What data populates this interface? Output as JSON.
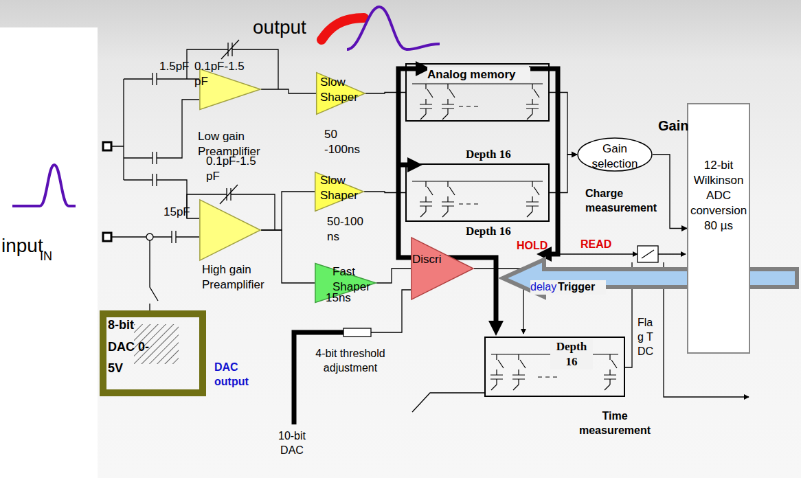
{
  "diagram": {
    "nodes": [
      {
        "text": [
          "Low gain Preamplifier"
        ]
      },
      {
        "text": [
          "Slow Shaper",
          "50 -100ns"
        ]
      },
      {
        "text": [
          "Analog memory",
          "Depth 16"
        ]
      },
      {
        "text": [
          "High gain Preamplifier"
        ]
      },
      {
        "text": [
          "Slow Shaper",
          "50-100 ns"
        ]
      },
      {
        "text": [
          "Depth 16"
        ]
      },
      {
        "text": [
          "Fast Shaper",
          "15ns"
        ]
      },
      {
        "text": [
          "Discri"
        ]
      },
      {
        "text": [
          "Depth 16"
        ]
      },
      {
        "text": [
          "Gain selection"
        ]
      },
      {
        "text": [
          "12-bit Wilkinson ADC conversion 80 µs"
        ]
      },
      {
        "text": [
          "8-bit DAC 0-5V"
        ]
      }
    ],
    "edges": [
      {
        "from": 0,
        "to": 1,
        "arrow": "none"
      },
      {
        "from": 1,
        "to": 2,
        "arrow": "none"
      },
      {
        "from": 3,
        "to": 4,
        "arrow": "none"
      },
      {
        "from": 3,
        "to": 6,
        "arrow": "none"
      },
      {
        "from": 4,
        "to": 5,
        "arrow": "none"
      },
      {
        "from": 6,
        "to": 7,
        "arrow": "none"
      },
      {
        "from": 2,
        "to": 9,
        "arrow": "to"
      },
      {
        "from": 5,
        "to": 9,
        "arrow": "none"
      },
      {
        "from": 9,
        "to": 10,
        "arrow": "to"
      }
    ],
    "labels": [
      "output",
      "1.5pF",
      "0.1pF-1.5 pF",
      "15pF",
      "0.1pF-1.5 pF",
      "Gain",
      "Charge measurement",
      "HOLD",
      "READ",
      "delay",
      "Trigger",
      "Flag TDC",
      "Time measurement",
      "4-bit threshold adjustment",
      "10-bit DAC",
      "DAC output",
      "input",
      "IN"
    ]
  }
}
